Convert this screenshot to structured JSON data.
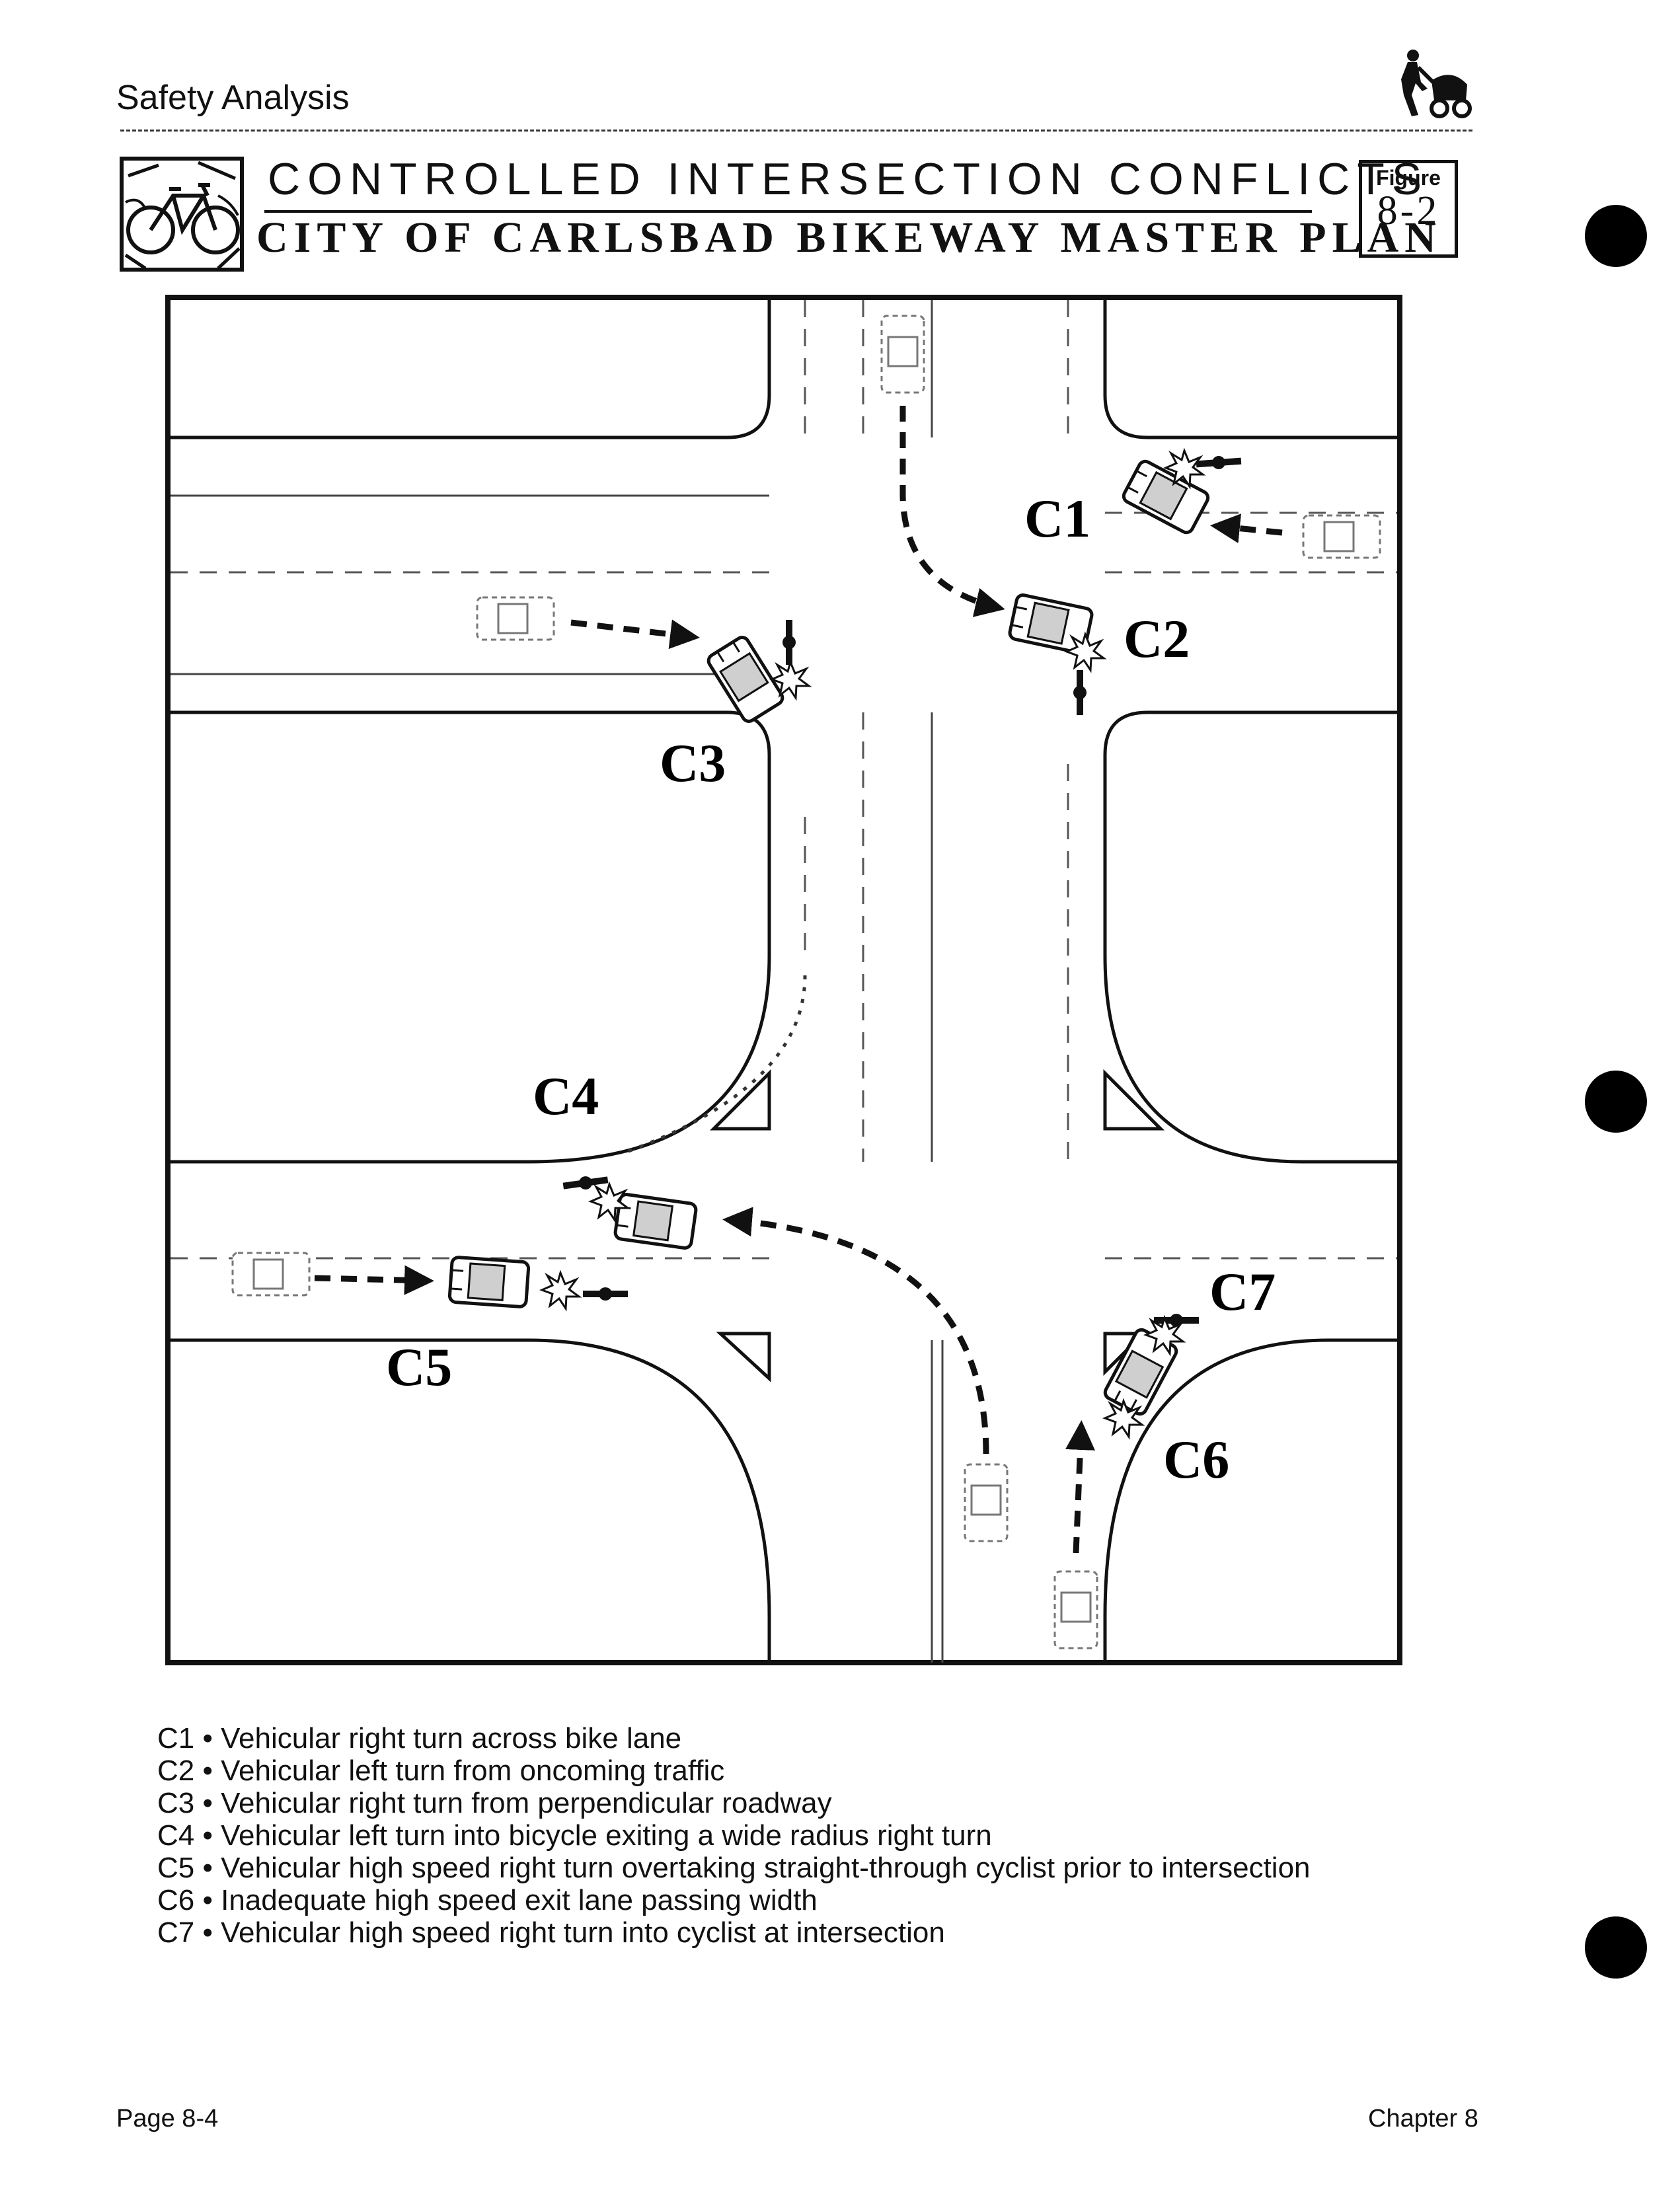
{
  "header": {
    "section": "Safety Analysis"
  },
  "title": {
    "line1": "CONTROLLED INTERSECTION CONFLICTS",
    "line2": "CITY OF CARLSBAD BIKEWAY MASTER PLAN"
  },
  "figure": {
    "label": "Figure",
    "number": "8-2"
  },
  "diagram": {
    "labels": [
      "C1",
      "C2",
      "C3",
      "C4",
      "C5",
      "C6",
      "C7"
    ]
  },
  "legend": [
    {
      "code": "C1",
      "text": "Vehicular right turn across bike lane"
    },
    {
      "code": "C2",
      "text": "Vehicular left turn from oncoming traffic"
    },
    {
      "code": "C3",
      "text": "Vehicular right turn from perpendicular roadway"
    },
    {
      "code": "C4",
      "text": "Vehicular left turn into bicycle exiting a wide radius right turn"
    },
    {
      "code": "C5",
      "text": "Vehicular high speed right turn overtaking straight-through cyclist prior to intersection"
    },
    {
      "code": "C6",
      "text": "Inadequate high speed exit lane passing width"
    },
    {
      "code": "C7",
      "text": "Vehicular high speed right turn into cyclist at intersection"
    }
  ],
  "footer": {
    "page": "Page 8-4",
    "chapter": "Chapter 8"
  }
}
